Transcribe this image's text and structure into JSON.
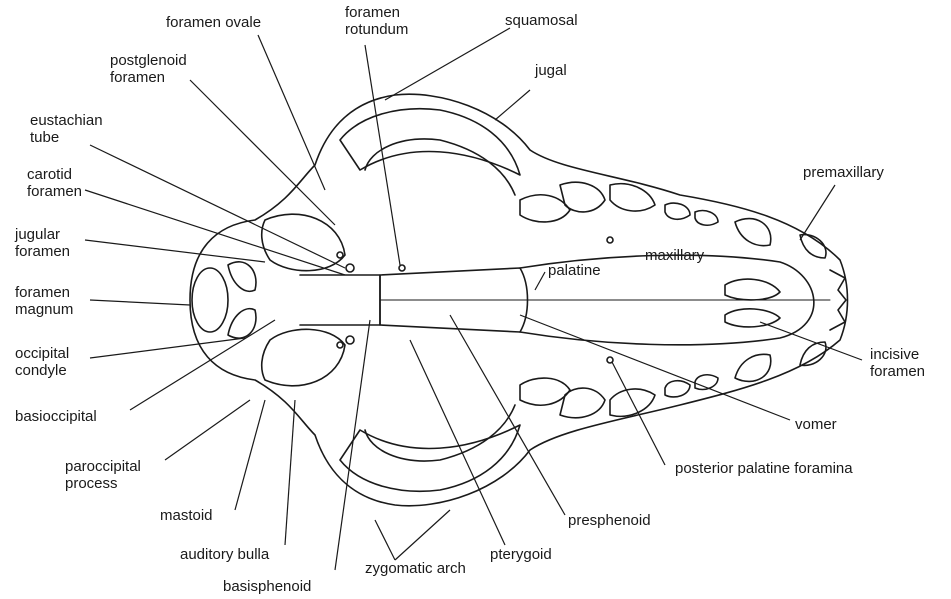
{
  "colors": {
    "ink": "#1a1a1a",
    "paper": "#ffffff"
  },
  "labels": {
    "foramen_ovale": "foramen ovale",
    "foramen_rotundum": [
      "foramen",
      "rotundum"
    ],
    "squamosal": "squamosal",
    "postglenoid": [
      "postglenoid",
      "foramen"
    ],
    "jugal": "jugal",
    "eustachian": [
      "eustachian",
      "tube"
    ],
    "carotid": [
      "carotid",
      "foramen"
    ],
    "premaxillary": "premaxillary",
    "jugular": [
      "jugular",
      "foramen"
    ],
    "maxillary": "maxillary",
    "palatine": "palatine",
    "foramen_magnum": [
      "foramen",
      "magnum"
    ],
    "occipital_condyle": [
      "occipital",
      "condyle"
    ],
    "incisive": [
      "incisive",
      "foramen"
    ],
    "basioccipital": "basioccipital",
    "vomer": "vomer",
    "paroccipital": [
      "paroccipital",
      "process"
    ],
    "posterior_palatine": "posterior palatine foramina",
    "mastoid": "mastoid",
    "presphenoid": "presphenoid",
    "auditory_bulla": "auditory bulla",
    "pterygoid": "pterygoid",
    "zygomatic_arch": "zygomatic arch",
    "basisphenoid": "basisphenoid"
  }
}
